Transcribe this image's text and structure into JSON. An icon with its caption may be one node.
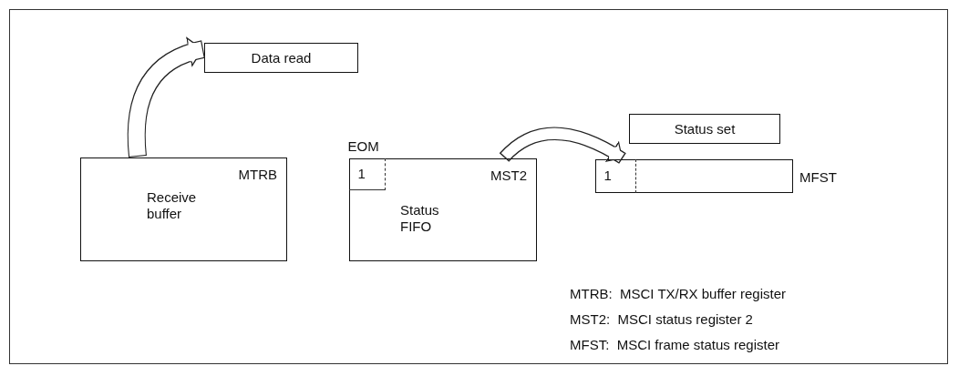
{
  "diagram": {
    "nodes": [
      {
        "text": [
          "Data read"
        ]
      },
      {
        "text": [
          "MTRB",
          "Receive buffer"
        ]
      },
      {
        "text": [
          "Status set"
        ]
      },
      {
        "text": [
          "MST2",
          "Status FIFO"
        ]
      },
      {
        "text": [
          "1"
        ],
        "in": 3,
        "beside": [
          "EOM"
        ]
      },
      {
        "text": [],
        "shape": "box",
        "beside": [
          "MFST"
        ]
      },
      {
        "text": [
          "1"
        ],
        "in": 5
      }
    ],
    "edges": [
      {
        "from": 1,
        "to": 0,
        "arrow": "to"
      },
      {
        "from": 3,
        "to": 6,
        "arrow": "to"
      }
    ],
    "labels": [
      "MTRB:  MSCI TX/RX buffer register",
      "MST2:  MSCI status register 2",
      "MFST:  MSCI frame status register"
    ]
  }
}
